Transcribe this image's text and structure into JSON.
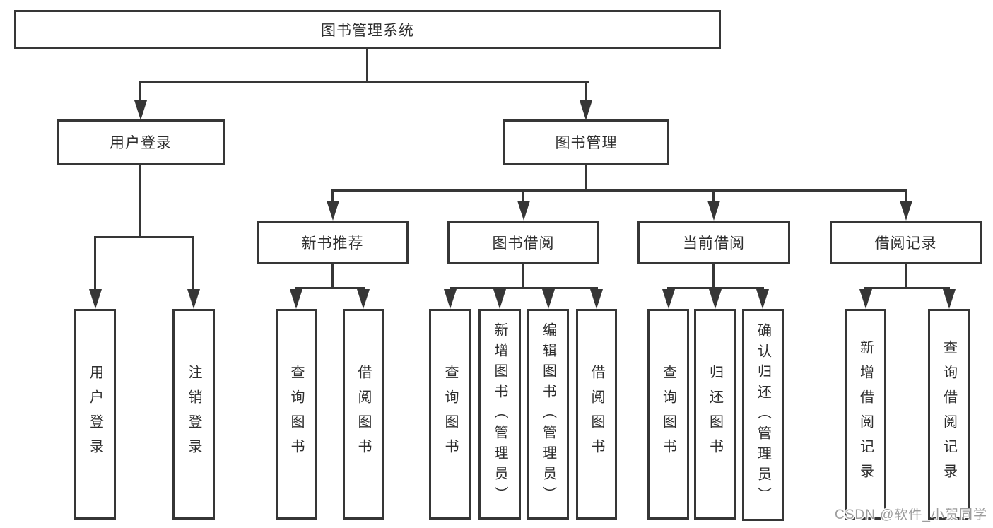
{
  "nodes": {
    "root": "图书管理系统",
    "user_login": "用户登录",
    "book_mgmt": "图书管理",
    "new_book_rec": "新书推荐",
    "book_borrow": "图书借阅",
    "current_borrow": "当前借阅",
    "borrow_records": "借阅记录",
    "leaf_user_login": "用户登录",
    "leaf_logout": "注销登录",
    "leaf_nbr_query": "查询图书",
    "leaf_nbr_borrow": "借阅图书",
    "leaf_bb_query": "查询图书",
    "leaf_bb_add": "新增图书（管理员）",
    "leaf_bb_edit": "编辑图书（管理员）",
    "leaf_bb_borrow": "借阅图书",
    "leaf_cb_query": "查询图书",
    "leaf_cb_return": "归还图书",
    "leaf_cb_confirm": "确认归还（管理员）",
    "leaf_br_add": "新增借阅记录",
    "leaf_br_query": "查询借阅记录"
  },
  "watermark": "CSDN @软件_小贺同学",
  "colors": {
    "line": "#363636",
    "text": "#2e2e2e",
    "watermark": "#9d9d9d"
  }
}
